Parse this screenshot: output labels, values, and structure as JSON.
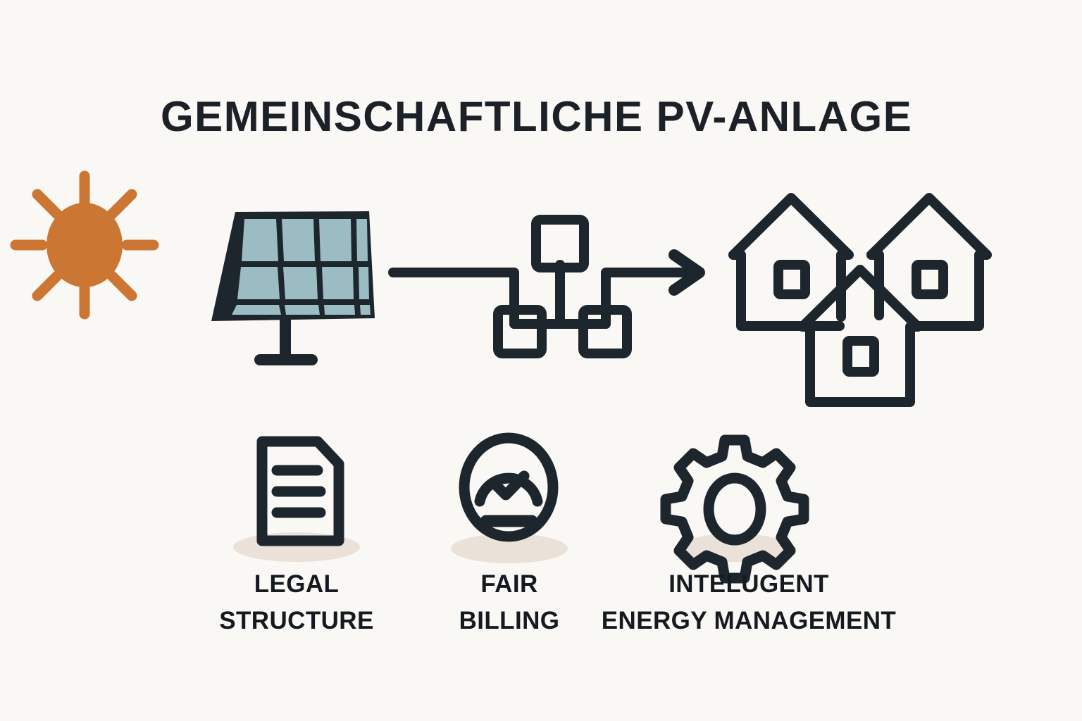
{
  "page": {
    "background_color": "#FAF8F5",
    "title": "GEMEINSCHAFTLICHE PV-ANLAGE",
    "title_color": "#1B2127"
  },
  "palette": {
    "dark": "#1E262D",
    "orange": "#CC7634",
    "panel_cell": "#9BBCC2",
    "shadow": "#EAE1D8",
    "background": "#FAF8F5"
  },
  "flow": {
    "items": [
      {
        "name": "sun",
        "icon": "sun-icon",
        "color": "#CC7634"
      },
      {
        "name": "solar-panel",
        "icon": "solar-panel-icon",
        "color": "#1E262D"
      },
      {
        "name": "distribution-network",
        "icon": "distribution-node-icon",
        "color": "#1E262D"
      },
      {
        "name": "houses",
        "icon": "houses-icon",
        "color": "#1E262D"
      }
    ],
    "arrow": {
      "icon": "arrow-right-icon",
      "direction": "right"
    }
  },
  "features": [
    {
      "icon": "document-icon",
      "label_line1": "LEGAL",
      "label_line2": "STRUCTURE"
    },
    {
      "icon": "meter-check-icon",
      "label_line1": "FAIR",
      "label_line2": "BILLING"
    },
    {
      "icon": "gear-icon",
      "label_line1": "INTELUGENT",
      "label_line2": "ENERGY MANAGEMENT"
    }
  ]
}
